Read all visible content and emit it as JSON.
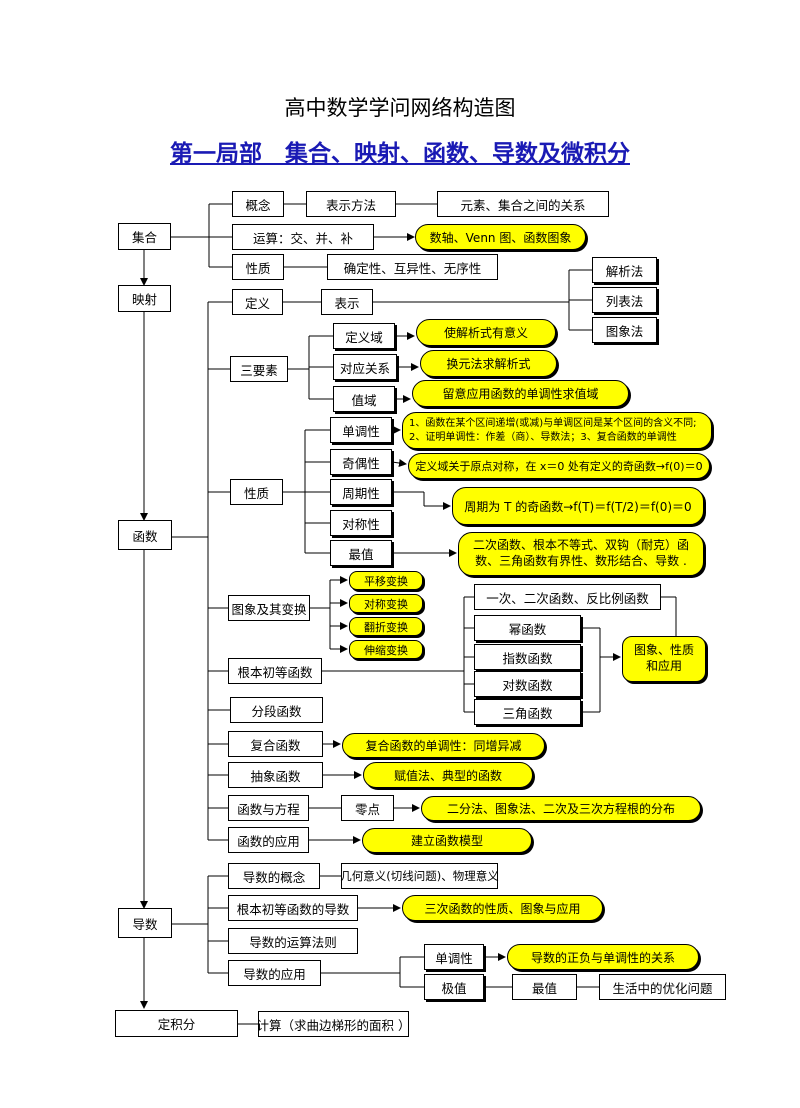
{
  "title": "高中数学学问网络构造图",
  "subtitle": "第一局部　集合、映射、函数、导数及微积分",
  "nodes": {
    "jihe": "集合",
    "yingshe": "映射",
    "hanshu": "函数",
    "daoshu": "导数",
    "dingjifen": "定积分",
    "gainian": "概念",
    "biaoshifangfa": "表示方法",
    "yuansu_guanxi": "元素、集合之间的关系",
    "yunsuan": "运算：交、并、补",
    "shuzhou": "数轴、Venn 图、函数图象",
    "xingzhi_jihe": "性质",
    "queding": "确定性、互异性、无序性",
    "dingyi": "定义",
    "biaoshi": "表示",
    "jiexifa": "解析法",
    "liebiaofa": "列表法",
    "tuxiangfa": "图象法",
    "sanyaosu": "三要素",
    "dingyiyu": "定义域",
    "dingyiyu_note": "使解析式有意义",
    "duiying": "对应关系",
    "duiying_note": "换元法求解析式",
    "zhiyu": "值域",
    "zhiyu_note": "留意应用函数的单调性求值域",
    "xingzhi_hanshu": "性质",
    "dandiao": "单调性",
    "dandiao_note_1": "1、函数在某个区间递增(或减)与单调区间是某个区间的含义不同;",
    "dandiao_note_2": "2、证明单调性：作差（商）、导数法；3、复合函数的单调性",
    "jiou": "奇偶性",
    "jiou_note": "定义域关于原点对称，在 x＝0 处有定义的奇函数→f(0)＝0",
    "zhouqi": "周期性",
    "zhouqi_note": "周期为 T 的奇函数→f(T)＝f(T/2)＝f(0)＝0",
    "duicheng": "对称性",
    "zuizhi": "最值",
    "zuizhi_note": "二次函数、根本不等式、双钩（耐克）函数、三角函数有界性、数形结合、导数 .",
    "tuxiang_bianhuan": "图象及其变换",
    "pingyi": "平移变换",
    "duicheng_bh": "对称变换",
    "fanzhe": "翻折变换",
    "shensuo": "伸缩变换",
    "genben_chudeng": "根本初等函数",
    "yici": "一次、二次函数、反比例函数",
    "mi": "幂函数",
    "zhishu": "指数函数",
    "duishu": "对数函数",
    "sanjiao": "三角函数",
    "tuxiang_yingyong": "图象、性质和应用",
    "fenduan": "分段函数",
    "fuhe": "复合函数",
    "fuhe_note": "复合函数的单调性：同增异减",
    "chouxiang": "抽象函数",
    "chouxiang_note": "赋值法、典型的函数",
    "fangcheng": "函数与方程",
    "lingdian": "零点",
    "lingdian_note": "二分法、图象法、二次及三次方程根的分布",
    "hanshu_yingyong": "函数的应用",
    "hanshu_yingyong_note": "建立函数模型",
    "daoshu_gainian": "导数的概念",
    "jihe_yiyi": "几何意义(切线问题)、物理意义",
    "genben_daoshu": "根本初等函数的导数",
    "sanci": "三次函数的性质、图象与应用",
    "yunsuan_faze": "导数的运算法则",
    "daoshu_yingyong": "导数的应用",
    "dandiao_d": "单调性",
    "dandiao_d_note": "导数的正负与单调性的关系",
    "jizhi": "极值",
    "zuizhi_d": "最值",
    "youhua": "生活中的优化问题",
    "jisuan": "计算（求曲边梯形的面积 ）"
  }
}
